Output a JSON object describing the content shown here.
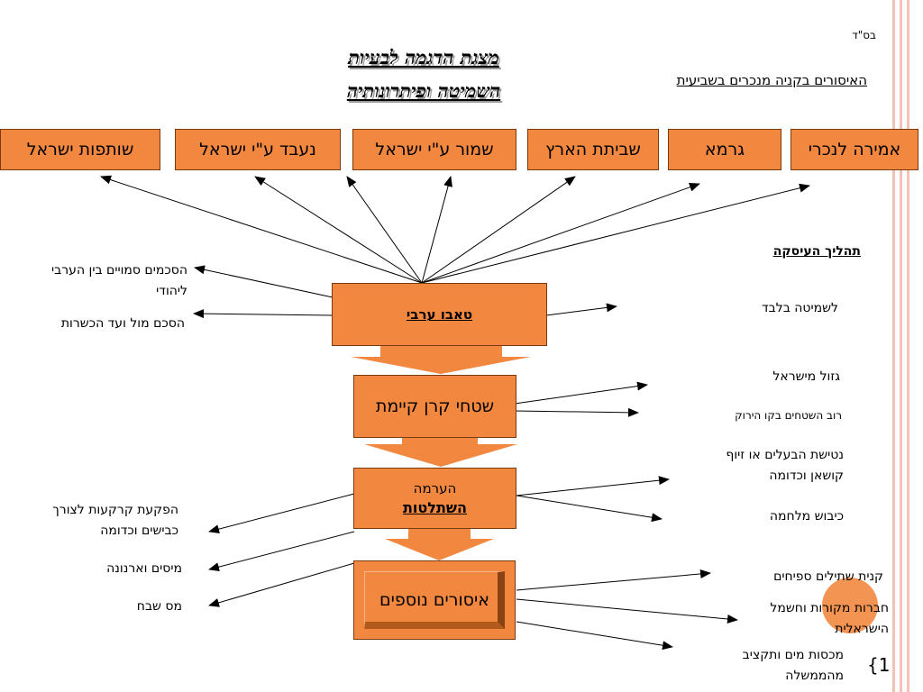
{
  "header": {
    "bsd": "בס\"ד",
    "title_line1": "מצגת הדגמה לבעיות",
    "title_line2": "השמיטה ופיתרונותיה",
    "subtitle": "האיסורים בקניה מנכרים בשביעית"
  },
  "top_boxes": [
    "אמירה לנכרי",
    "גרמא",
    "שביתת הארץ",
    "שמור ע\"י ישראל",
    "נעבד ע\"י ישראל",
    "שותפות ישראל"
  ],
  "process": {
    "heading": "תהליך העיסקה",
    "taboo": "טאבו ערבי",
    "kkl": "שטחי קרן קיימת",
    "haarama": "הערמה",
    "hishtaltut": "השתלטות",
    "additional": "איסורים נוספים"
  },
  "left_notes": {
    "agreements": "הסכמים סמויים בין הערבי ליהודי",
    "kashrut": "הסכם מול ועד הכשרות",
    "expropriation": "הפקעת קרקעות לצורך כבישים וכדומה",
    "taxes": "מיסים וארנונה",
    "betterment": "מס שבח"
  },
  "right_notes": {
    "shmita_only": "לשמיטה בלבד",
    "stolen": "גזול מישראל",
    "green_line": "רוב השטחים בקו הירוק",
    "abandon": "נטישת הבעלים או זיוף קושאן וכדומה",
    "war": "כיבוש מלחמה",
    "seedlings": "קנית שתילים ספיחים",
    "companies": "חברות מקורות וחשמל הישראלית",
    "water": "מכסות מים ותקציב מהממשלה"
  },
  "footer": {
    "page_number": "{1"
  },
  "colors": {
    "box_fill": "#f28840",
    "box_border": "#7a3a10",
    "arrow_fill": "#f28840",
    "deco_lines": "#f3c2b4",
    "circle": "#f28840",
    "bevel_dark": "#8a4212"
  }
}
